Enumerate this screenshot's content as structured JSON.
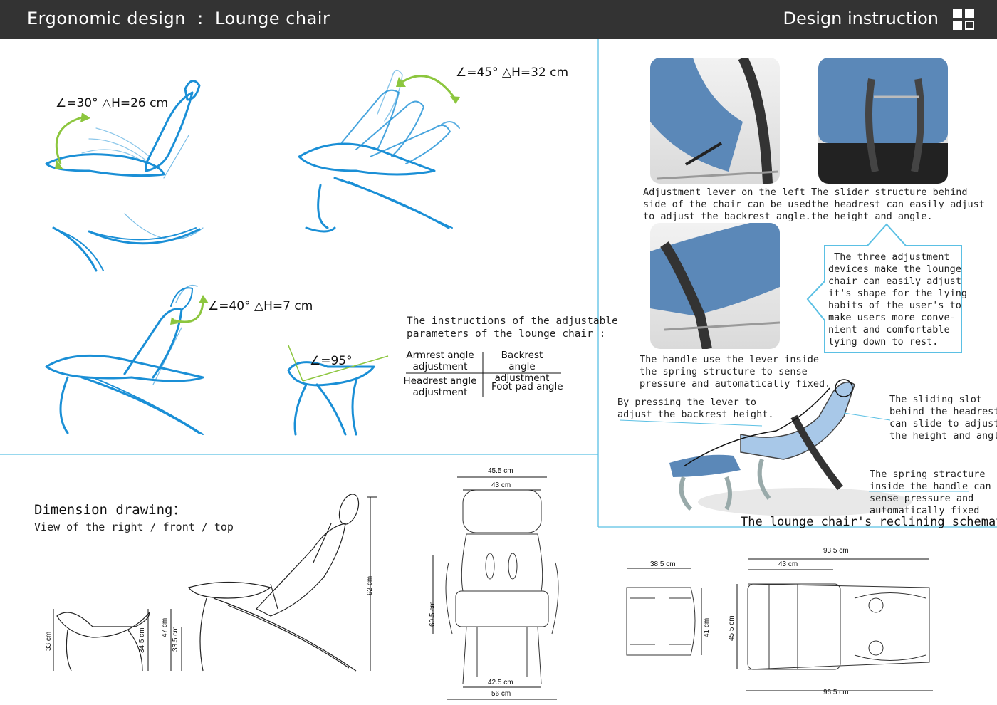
{
  "header": {
    "title": "Ergonomic design  :  Lounge chair",
    "right_title": "Design instruction"
  },
  "colors": {
    "chair_blue": "#1a8fd6",
    "arrow_green": "#8cc63e",
    "divider": "#5bc0e4",
    "header_bg": "#333333"
  },
  "angles": {
    "armrest": "∠=30° △H=26 cm",
    "backrest": "∠=45° △H=32 cm",
    "headrest": "∠=40° △H=7 cm",
    "footpad": "∠=95°"
  },
  "instructions": {
    "title_line1": "The instructions of the adjustable",
    "title_line2": "parameters of the lounge chair :",
    "cells": [
      [
        "Armrest angle",
        "adjustment"
      ],
      [
        "Backrest angle",
        "adjustment"
      ],
      [
        "Headrest angle",
        "adjustment"
      ],
      [
        "Foot pad angle"
      ]
    ]
  },
  "captions": {
    "lever": "Adjustment lever on the left\nside of the chair can be used\nto adjust the backrest angle.",
    "slider": "The slider structure behind\nthe headrest can easily adjust\nthe height and angle.",
    "handle": "The handle use the lever inside\nthe spring structure to sense\npressure and automatically fixed.",
    "callout": " The three adjustment\ndevices make the lounge\nchair can easily adjust\nit's shape for the lying\nhabits of the user's to\nmake users more conve-\nnient and comfortable\nlying down to rest.",
    "press_lever": "By pressing the lever to\nadjust the backrest height.",
    "sliding_slot": "The sliding slot\nbehind the headrest\ncan slide to adjust\nthe height and angle",
    "spring": "The spring stracture\ninside the handle can\nsense pressure and\nautomatically fixed",
    "schematic_title": "The lounge chair's reclining schematic"
  },
  "dimension_drawing": {
    "title": "Dimension drawing：",
    "subtitle": "View of the right / front / top"
  },
  "dims": {
    "side": [
      "33 cm",
      "34.5 cm",
      "47 cm",
      "33.5 cm",
      "92 cm"
    ],
    "front": [
      "45.5 cm",
      "43 cm",
      "60.5 cm",
      "42.5 cm",
      "56 cm"
    ],
    "top": [
      "38.5 cm",
      "41 cm",
      "93.5 cm",
      "43 cm",
      "45.5 cm",
      "96.5 cm"
    ]
  }
}
